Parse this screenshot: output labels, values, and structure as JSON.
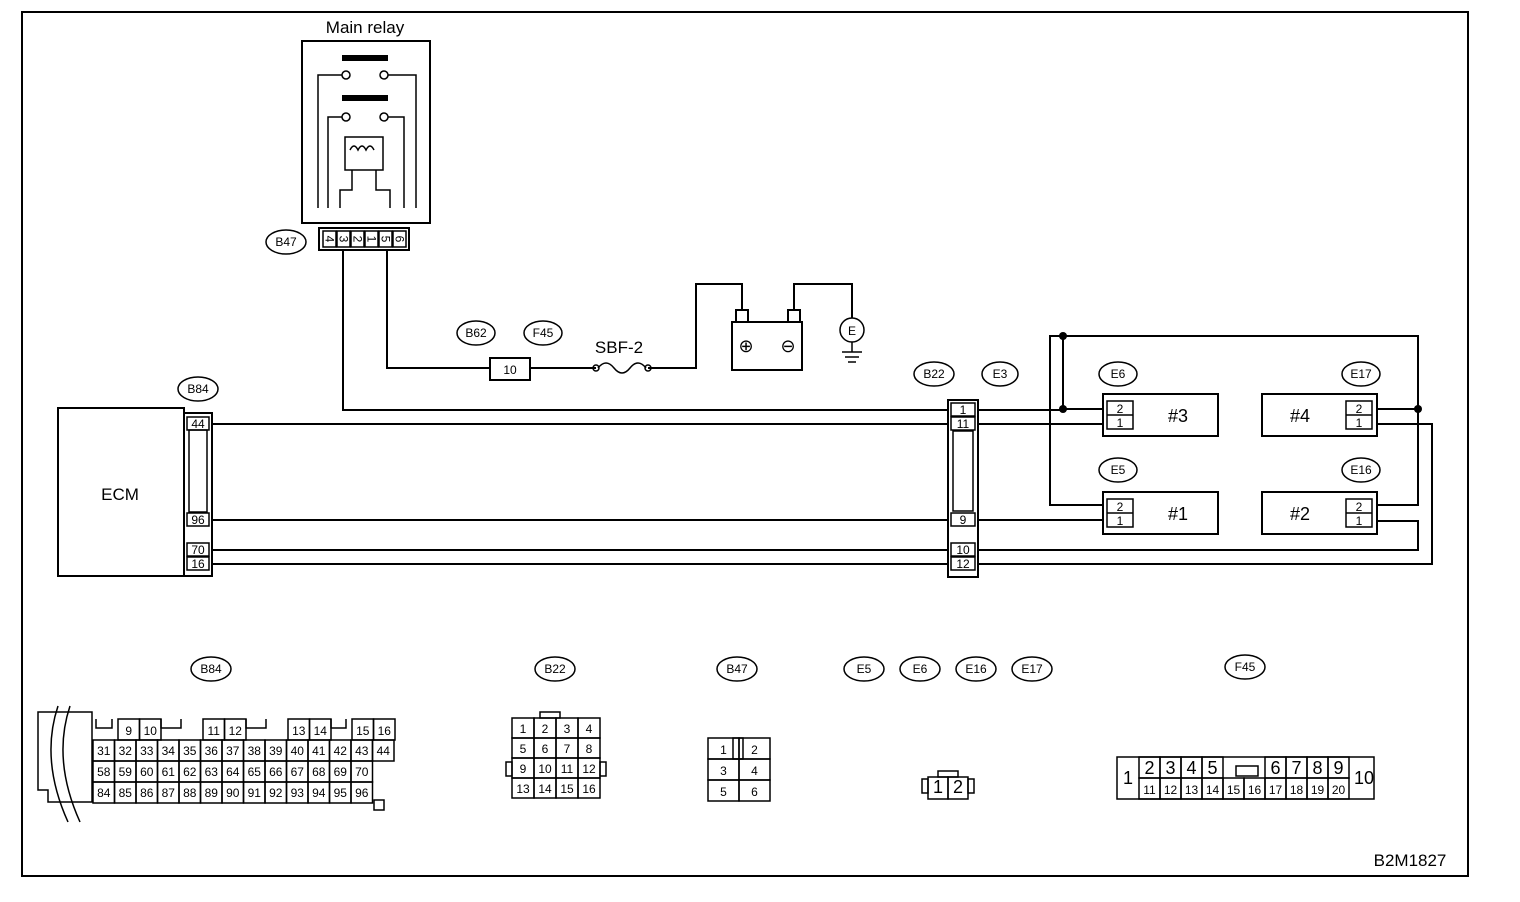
{
  "main_relay": {
    "title": "Main relay",
    "tag": "B47",
    "pins": [
      "4",
      "3",
      "2",
      "1",
      "5",
      "6"
    ]
  },
  "fuse": {
    "tag_b62": "B62",
    "tag_f45": "F45",
    "pin": "10",
    "label": "SBF-2"
  },
  "battery": {
    "plus": "⊕",
    "minus": "⊖"
  },
  "ground": {
    "label": "E"
  },
  "ecm": {
    "label": "ECM",
    "tag": "B84",
    "pins": [
      "44",
      "96",
      "70",
      "16"
    ]
  },
  "joint": {
    "tag_b22": "B22",
    "tag_e3": "E3",
    "pins": [
      "1",
      "11",
      "9",
      "10",
      "12"
    ]
  },
  "injectors": [
    {
      "tag": "E6",
      "name": "#3",
      "pins": [
        "2",
        "1"
      ]
    },
    {
      "tag": "E17",
      "name": "#4",
      "pins": [
        "2",
        "1"
      ]
    },
    {
      "tag": "E5",
      "name": "#1",
      "pins": [
        "2",
        "1"
      ]
    },
    {
      "tag": "E16",
      "name": "#2",
      "pins": [
        "2",
        "1"
      ]
    }
  ],
  "legend": {
    "b84": {
      "tag": "B84",
      "row1": [
        "9",
        "10",
        "11",
        "12",
        "13",
        "14",
        "15",
        "16"
      ],
      "row2": [
        "31",
        "32",
        "33",
        "34",
        "35",
        "36",
        "37",
        "38",
        "39",
        "40",
        "41",
        "42",
        "43",
        "44"
      ],
      "row3": [
        "58",
        "59",
        "60",
        "61",
        "62",
        "63",
        "64",
        "65",
        "66",
        "67",
        "68",
        "69",
        "70"
      ],
      "row4": [
        "84",
        "85",
        "86",
        "87",
        "88",
        "89",
        "90",
        "91",
        "92",
        "93",
        "94",
        "95",
        "96"
      ]
    },
    "b22": {
      "tag": "B22",
      "rows": [
        [
          "1",
          "2",
          "3",
          "4"
        ],
        [
          "5",
          "6",
          "7",
          "8"
        ],
        [
          "9",
          "10",
          "11",
          "12"
        ],
        [
          "13",
          "14",
          "15",
          "16"
        ]
      ]
    },
    "b47": {
      "tag": "B47",
      "rows": [
        [
          "1",
          "2"
        ],
        [
          "3",
          "4"
        ],
        [
          "5",
          "6"
        ]
      ]
    },
    "e_tags": [
      "E5",
      "E6",
      "E16",
      "E17"
    ],
    "e_conn": [
      "1",
      "2"
    ],
    "f45": {
      "tag": "F45",
      "left": "1",
      "right": "10",
      "top": [
        "2",
        "3",
        "4",
        "5",
        "6",
        "7",
        "8",
        "9"
      ],
      "bottom": [
        "11",
        "12",
        "13",
        "14",
        "15",
        "16",
        "17",
        "18",
        "19",
        "20"
      ]
    }
  },
  "footer_code": "B2M1827"
}
